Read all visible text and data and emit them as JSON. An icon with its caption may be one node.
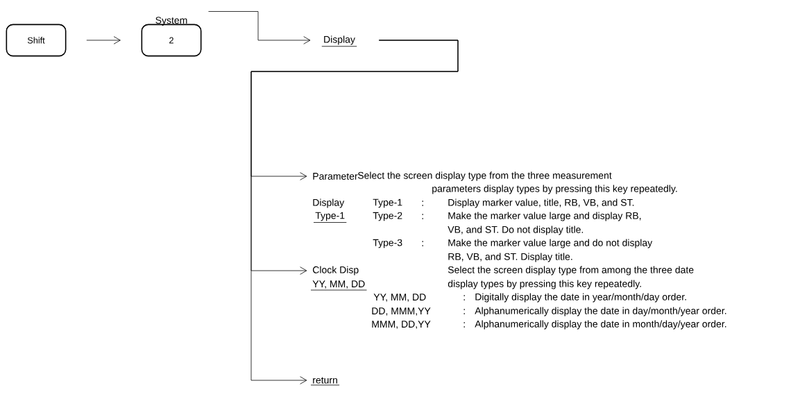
{
  "diagram": {
    "nodes": [
      {
        "text": [
          "Shift"
        ]
      },
      {
        "text": [
          "System",
          "2"
        ]
      },
      {
        "text": [
          "Display"
        ]
      },
      {
        "text": [
          "Parameter"
        ]
      },
      {
        "text": [
          "Clock Disp"
        ]
      },
      {
        "text": [
          "return"
        ]
      }
    ],
    "edges": [
      {
        "from": 0,
        "to": 1,
        "arrow": "to"
      },
      {
        "from": 1,
        "to": 2,
        "arrow": "to"
      },
      {
        "from": 2,
        "to": 3,
        "arrow": "to"
      },
      {
        "from": 2,
        "to": 4,
        "arrow": "to"
      },
      {
        "from": 2,
        "to": 5,
        "arrow": "to"
      }
    ],
    "labels": [
      "Select the screen display type from the three measurement",
      "parameters display types by pressing this key repeatedly.",
      "Display",
      "Type-1",
      ":",
      "Display marker value, title, RB, VB, and ST.",
      "Type-1",
      "Type-2",
      ":",
      "Make the marker value large and display RB,",
      "VB, and ST.  Do not display title.",
      "Type-3",
      ":",
      "Make the marker value large and do not display",
      "RB, VB, and ST.  Display title.",
      "Select the screen display type from among the three date",
      "YY, MM, DD",
      "display types by pressing this key repeatedly.",
      "YY, MM, DD",
      ":",
      "Digitally display the date in year/month/day order.",
      "DD, MMM,YY",
      ":",
      "Alphanumerically display the date in day/month/year order.",
      "MMM, DD,YY",
      ":",
      "Alphanumerically display the date in month/day/year order."
    ]
  }
}
